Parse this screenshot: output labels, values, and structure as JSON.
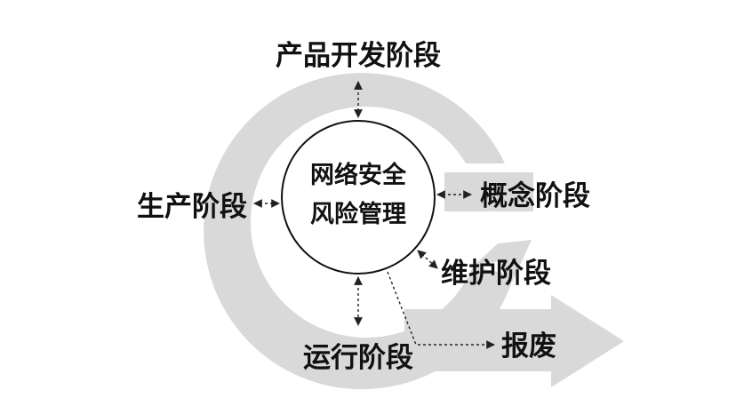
{
  "center": {
    "line1": "网络安全",
    "line2": "风险管理"
  },
  "stages": {
    "product_dev": "产品开发阶段",
    "concept": "概念阶段",
    "production": "生产阶段",
    "maintenance": "维护阶段",
    "operation": "运行阶段",
    "disposal": "报废"
  },
  "colors": {
    "cycle_band": "#d9d9d9",
    "circle_fill": "#ffffff",
    "circle_stroke": "#111111",
    "text": "#111111",
    "arrow": "#222222"
  },
  "icons": {
    "connector_heads": "arrowhead"
  }
}
